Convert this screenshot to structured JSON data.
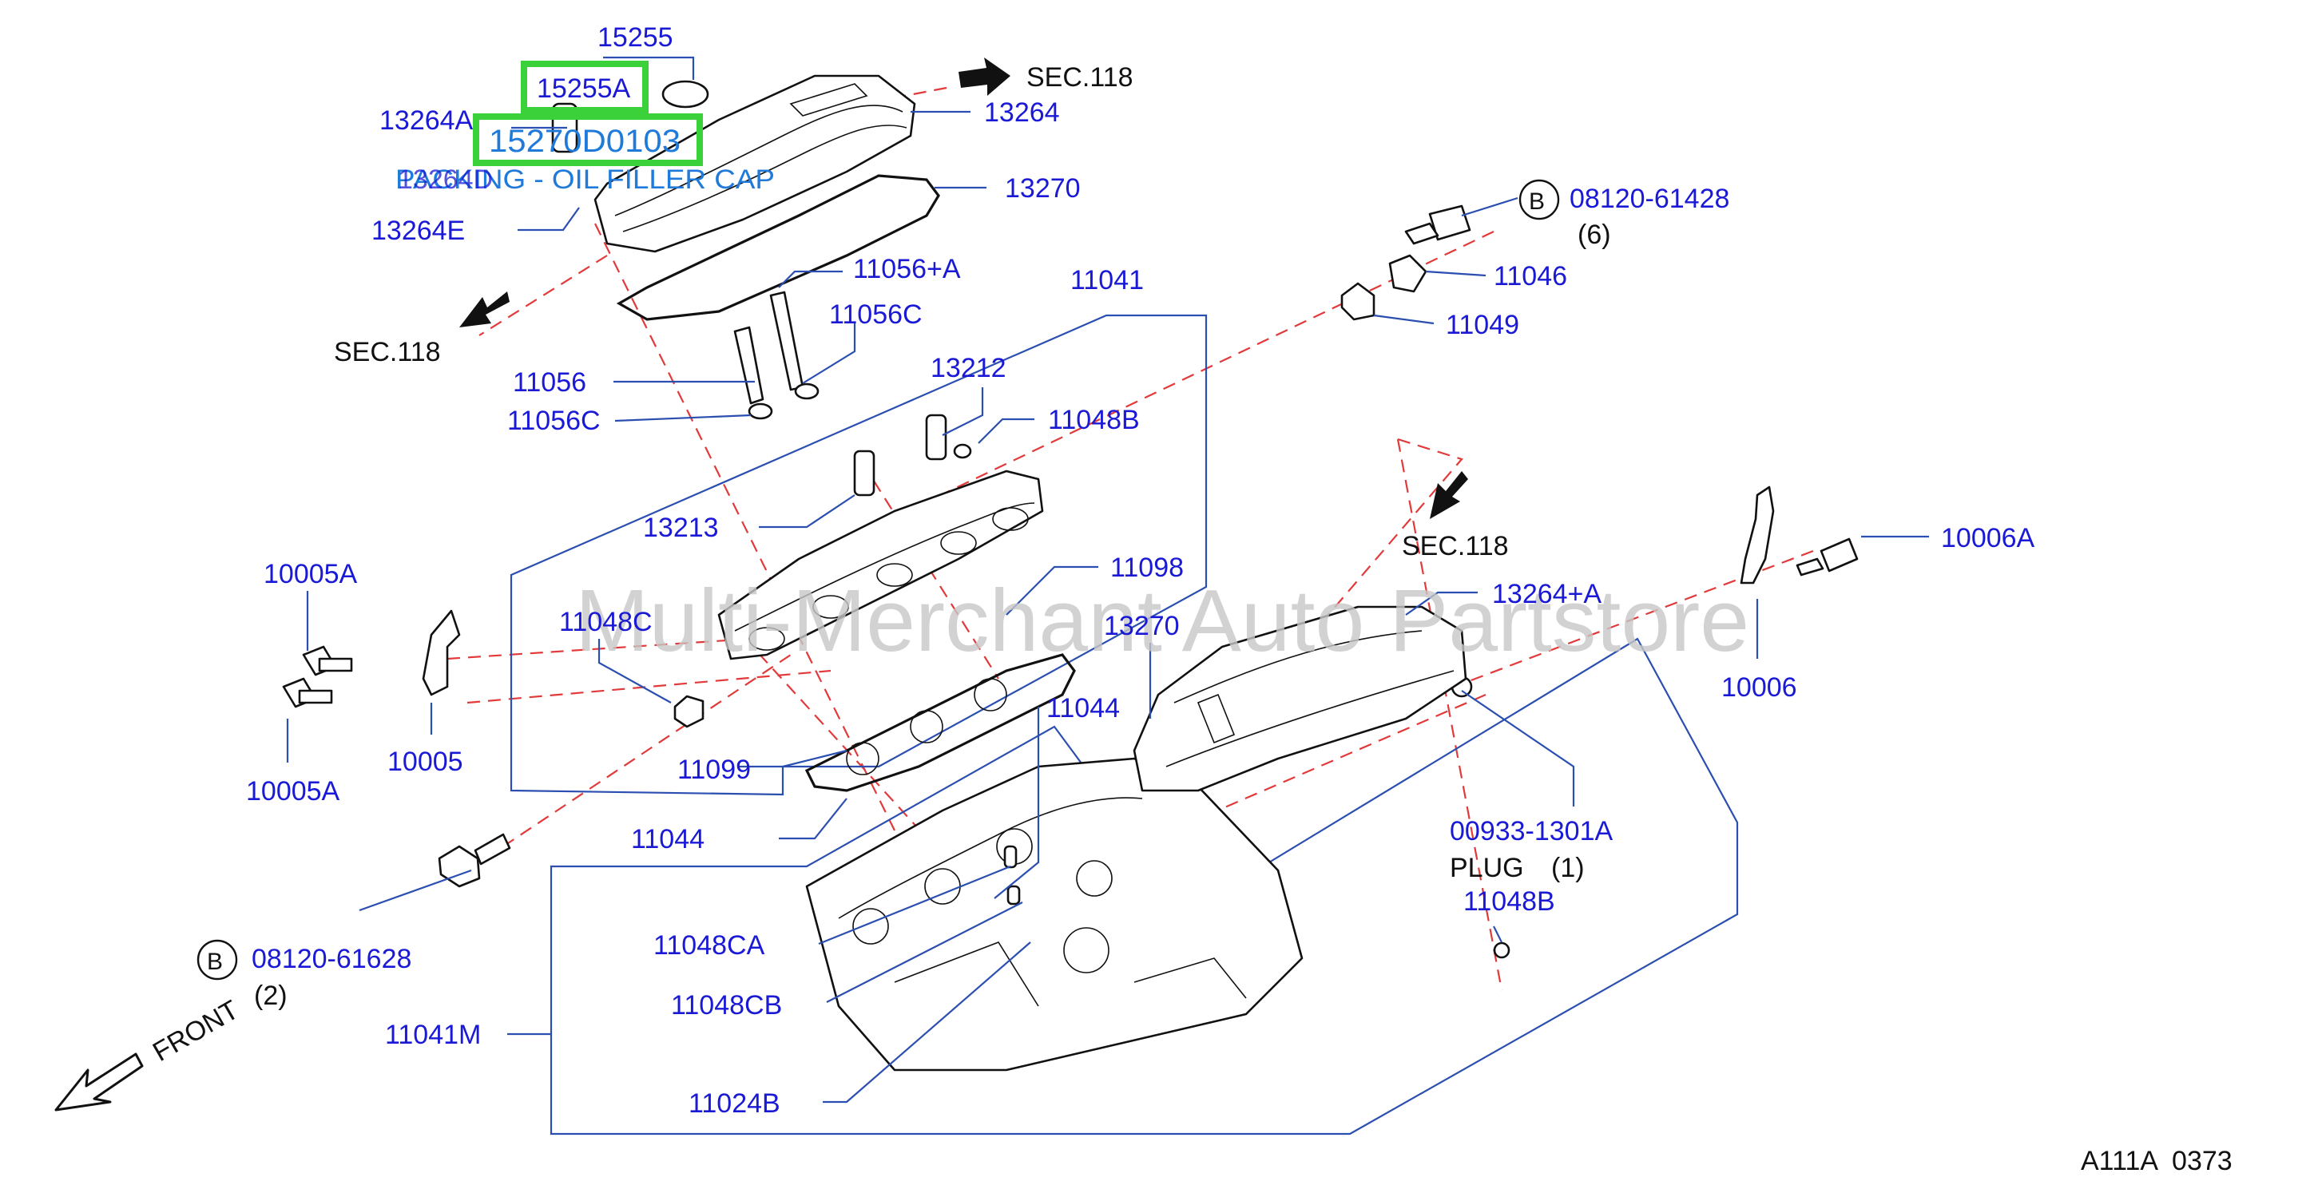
{
  "diagram": {
    "watermark": "Multi-Merchant Auto Partstore",
    "figure_code": "A111A  0373",
    "front_label": "FRONT",
    "section_labels": [
      "SEC.118",
      "SEC.118",
      "SEC.118"
    ],
    "highlighted": {
      "part_a": "15255A",
      "part_b": "15270D0103",
      "description": "PACKING - OIL FILLER CAP",
      "overlap_code": "13264D"
    },
    "parts": {
      "p15255": "15255",
      "p13264A": "13264A",
      "p13264": "13264",
      "p13270a": "13270",
      "p13264E": "13264E",
      "pB1": "08120-61428",
      "pB1qty": "(6)",
      "p11046": "11046",
      "p11049": "11049",
      "p11056A": "11056+A",
      "p11041": "11041",
      "p11056Ca": "11056C",
      "p11056": "11056",
      "p11056Cb": "11056C",
      "p13212": "13212",
      "p11048Ba": "11048B",
      "p13213": "13213",
      "p11098": "11098",
      "p10005Aa": "10005A",
      "p11048C": "11048C",
      "p13270b": "13270",
      "p13264pA": "13264+A",
      "p10006A": "10006A",
      "p10006": "10006",
      "p11044a": "11044",
      "p10005": "10005",
      "p10005Ab": "10005A",
      "p11099": "11099",
      "p11044b": "11044",
      "p00933": "00933-1301A",
      "p_plug": "PLUG",
      "p_plugqty": "(1)",
      "p11048Bb": "11048B",
      "p11048CA": "11048CA",
      "pB2": "08120-61628",
      "pB2qty": "(2)",
      "p11048CB": "11048CB",
      "p11041M": "11041M",
      "p11024B": "11024B",
      "circle_b": "B"
    },
    "colors": {
      "part_number": "#1a1ad6",
      "highlight_box": "#3ad13a",
      "dashed_line": "#e23a3a",
      "leader_line": "#2b4fb0"
    }
  }
}
